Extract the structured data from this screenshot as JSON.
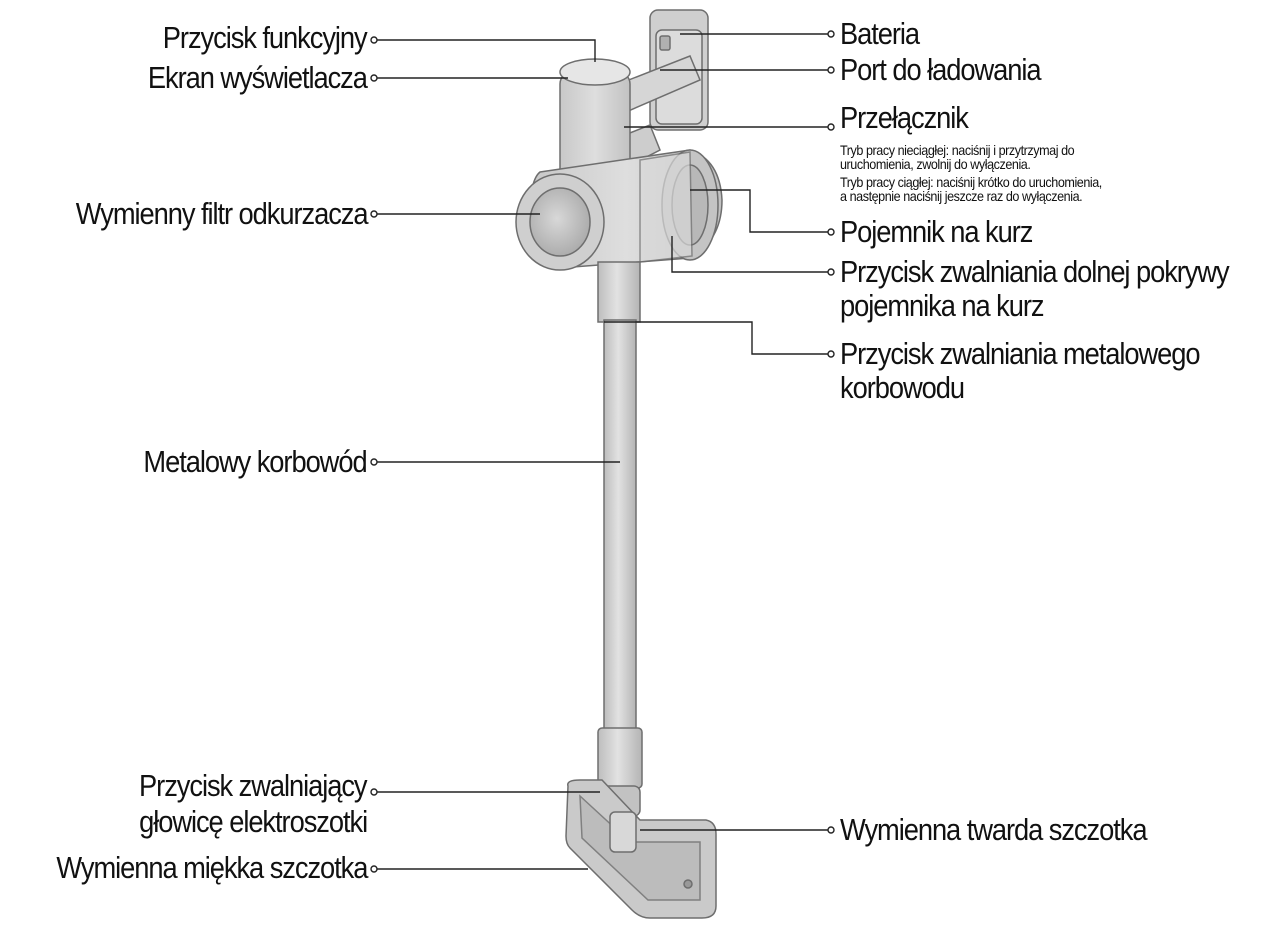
{
  "labels": {
    "przycisk_funkcyjny": "Przycisk funkcyjny",
    "ekran_wyswietlacza": "Ekran wyświetlacza",
    "wymienny_filtr": "Wymienny filtr odkurzacza",
    "metalowy_korbowod": "Metalowy korbowód",
    "przycisk_zwalniajacy_glowice": [
      "Przycisk zwalniający",
      "głowicę elektroszotki"
    ],
    "wymienna_miekka_szczotka": "Wymienna miękka szczotka",
    "bateria": "Bateria",
    "port_do_ladowania": "Port do ładowania",
    "przelacznik": "Przełącznik",
    "przelacznik_notes": [
      "Tryb pracy nieciągłej: naciśnij i przytrzymaj do",
      "uruchomienia, zwolnij do wyłączenia.",
      "Tryb pracy ciągłej: naciśnij krótko do uruchomienia,",
      "a następnie naciśnij jeszcze raz do wyłączenia."
    ],
    "pojemnik_na_kurz": "Pojemnik na kurz",
    "przycisk_zwalniania_pokrywy": [
      "Przycisk zwalniania dolnej pokrywy",
      "pojemnika na kurz"
    ],
    "przycisk_zwalniania_korbowodu": [
      "Przycisk zwalniania metalowego",
      "korbowodu"
    ],
    "wymienna_twarda_szczotka": "Wymienna twarda szczotka"
  },
  "colors": {
    "text": "#111111",
    "leader": "#222222",
    "body_fill": "#d3d3d3",
    "body_stroke": "#6e6e6e"
  }
}
